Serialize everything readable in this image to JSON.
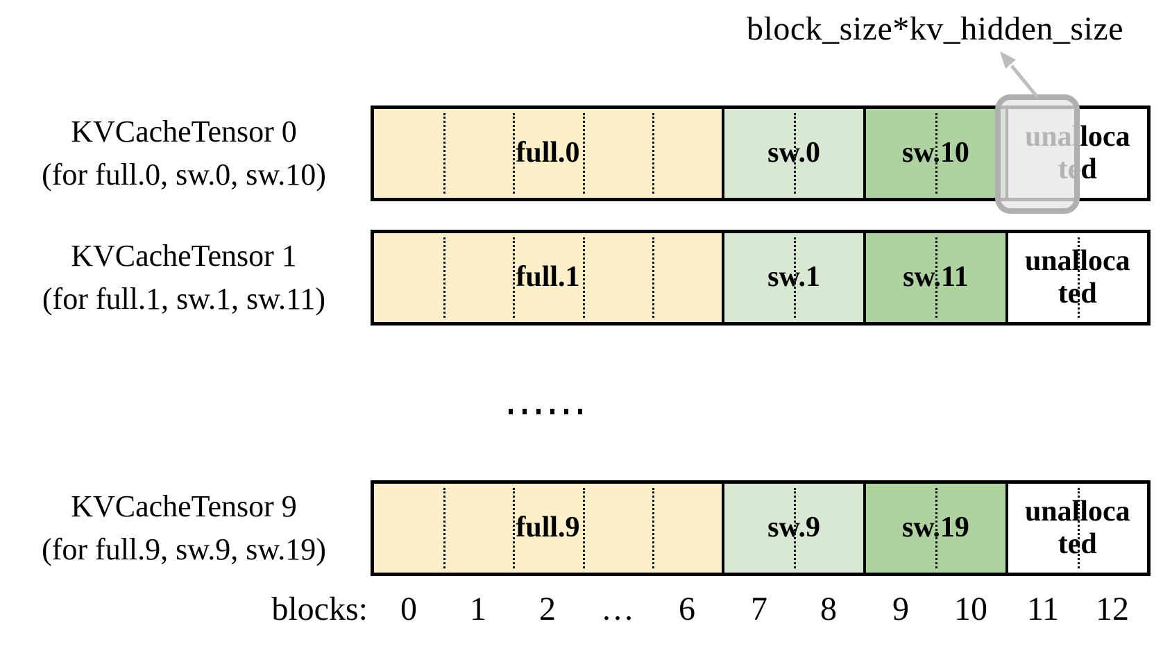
{
  "annotation": {
    "label": "block_size*kv_hidden_size"
  },
  "colors": {
    "full": "#FCEFC9",
    "sw_low": "#D8E8D2",
    "sw_high": "#AFD3A0",
    "unallocated": "#FFFFFF",
    "bar_border": "#000000",
    "highlight_border": "#AFAFAF",
    "highlight_fill": "rgba(231,231,231,0.78)",
    "arrow": "#BDBDBD"
  },
  "rows": [
    {
      "title": "KVCacheTensor 0",
      "subtitle": "(for full.0, sw.0, sw.10)",
      "segments": [
        {
          "label": "full.0"
        },
        {
          "label": "sw.0"
        },
        {
          "label": "sw.10"
        },
        {
          "label": "unalloca\nted"
        }
      ]
    },
    {
      "title": "KVCacheTensor 1",
      "subtitle": "(for full.1, sw.1, sw.11)",
      "segments": [
        {
          "label": "full.1"
        },
        {
          "label": "sw.1"
        },
        {
          "label": "sw.11"
        },
        {
          "label": "unalloca\nted"
        }
      ]
    },
    {
      "title": "KVCacheTensor 9",
      "subtitle": "(for full.9, sw.9, sw.19)",
      "segments": [
        {
          "label": "full.9"
        },
        {
          "label": "sw.9"
        },
        {
          "label": "sw.19"
        },
        {
          "label": "unalloca\nted"
        }
      ]
    }
  ],
  "ellipsis_between_rows": "......",
  "axis": {
    "label": "blocks:",
    "ticks": [
      "0",
      "1",
      "2",
      "…",
      "6",
      "7",
      "8",
      "9",
      "10",
      "11",
      "12"
    ]
  }
}
